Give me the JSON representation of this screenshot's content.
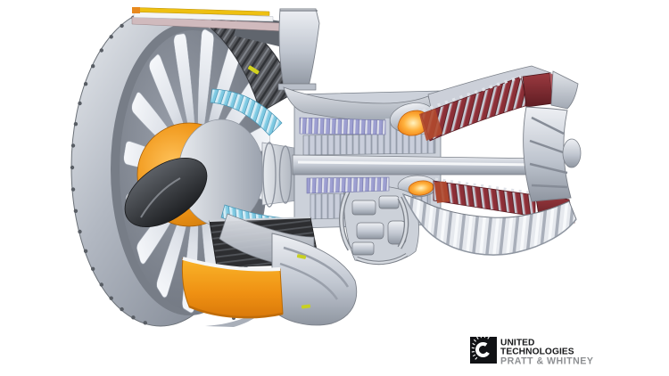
{
  "figure": {
    "kind": "cutaway-illustration",
    "palette": {
      "background": "#ffffff",
      "fan_case_silver": "#aeb4bf",
      "blade_silver": "#e9ecf1",
      "spinner_dark": "#34363b",
      "hub_orange": "#ef9415",
      "cowl_orange": "#f5a21c",
      "acoustic_liner_dark": "#2c2d30",
      "lpc_blue": "#7ec9e2",
      "hpc_lavender": "#9d9fd1",
      "combustor_orange": "#ffb23e",
      "turbine_red": "#8c2f37",
      "accent_yellow": "#eec011",
      "outline_gray": "#6a6f78"
    }
  },
  "logo": {
    "mark_icon": "gear-sunburst-icon",
    "mark_bg": "#111215",
    "line1": "UNITED",
    "line2": "TECHNOLOGIES",
    "line3": "PRATT & WHITNEY",
    "line3_color": "#8d8f92"
  }
}
